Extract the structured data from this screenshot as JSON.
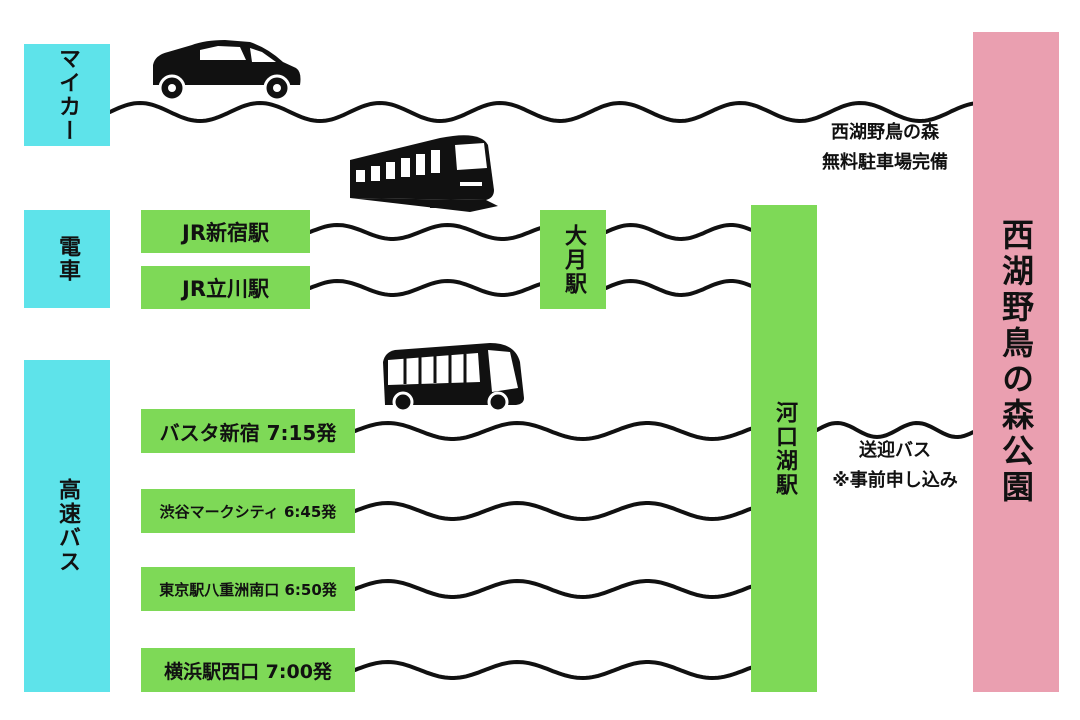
{
  "colors": {
    "mode_box": "#5ee3ea",
    "route_box": "#7ed957",
    "destination_box": "#ea9fb0",
    "line": "#111111"
  },
  "modes": {
    "car": "マイカー",
    "train": "電車",
    "bus": "高速バス"
  },
  "train_origins": [
    "JR新宿駅",
    "JR立川駅"
  ],
  "transfer_otsuki": "大月駅",
  "transfer_kawaguchiko": "河口湖駅",
  "bus_origins": [
    "バスタ新宿 7:15発",
    "渋谷マークシティ 6:45発",
    "東京駅八重洲南口 6:50発",
    "横浜駅西口 7:00発"
  ],
  "destination": "西湖野鳥の森公園",
  "parking_note": [
    "西湖野鳥の森",
    "無料駐車場完備"
  ],
  "shuttle_note": [
    "送迎バス",
    "※事前申し込み"
  ],
  "icons": {
    "car": "car-icon",
    "train": "train-icon",
    "bus": "bus-icon"
  }
}
